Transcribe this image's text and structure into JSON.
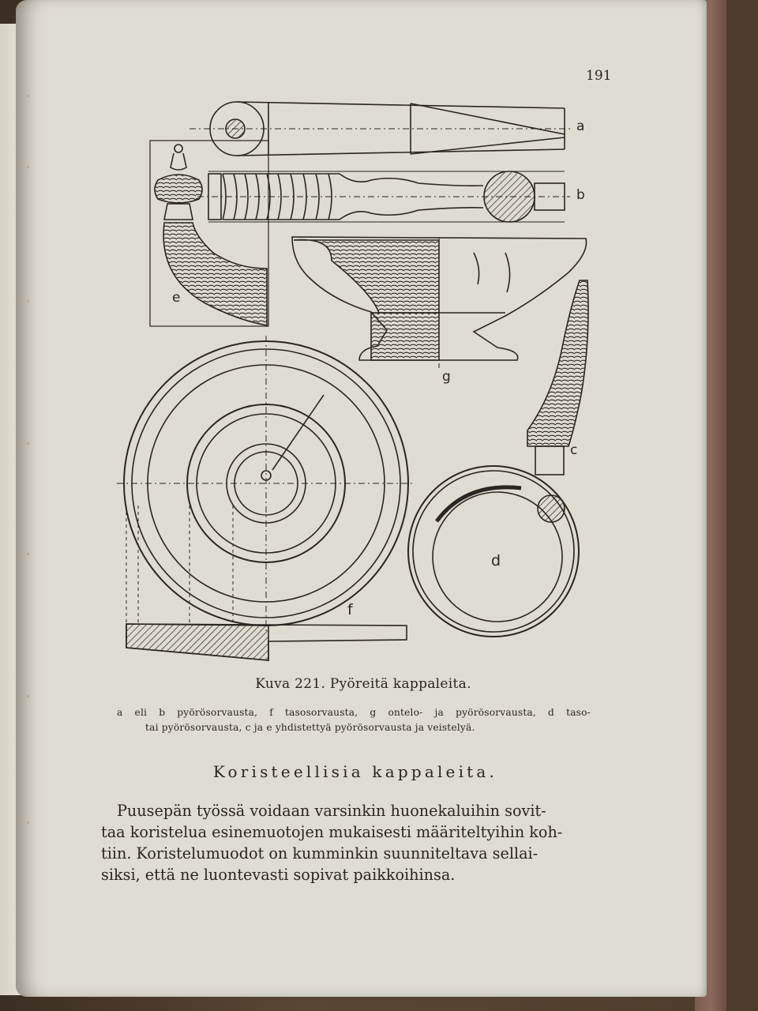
{
  "page": {
    "number": "191",
    "figure": {
      "labels": {
        "a": "a",
        "b": "b",
        "c": "c",
        "d": "d",
        "e": "e",
        "f": "f",
        "g": "g"
      },
      "caption": "Kuva 221.  Pyöreitä kappaleita.",
      "legend_lines": [
        "a eli b pyörösorvausta, f tasosorvausta, g ontelo- ja pyörösorvausta, d taso-",
        "tai pyörösorvausta, c ja e yhdistettyä pyörösorvausta ja veistelyä."
      ]
    },
    "section_heading": "Koristeellisia kappaleita.",
    "paragraph_lines": [
      "Puusepän työssä voidaan varsinkin huonekaluihin sovit-",
      "taa koristelua esinemuotojen mukaisesti määriteltyihin koh-",
      "tiin. Koristelumuodot on kumminkin suunniteltava sellai-",
      "siksi, että ne luontevasti sopivat paikkoihinsa."
    ]
  }
}
